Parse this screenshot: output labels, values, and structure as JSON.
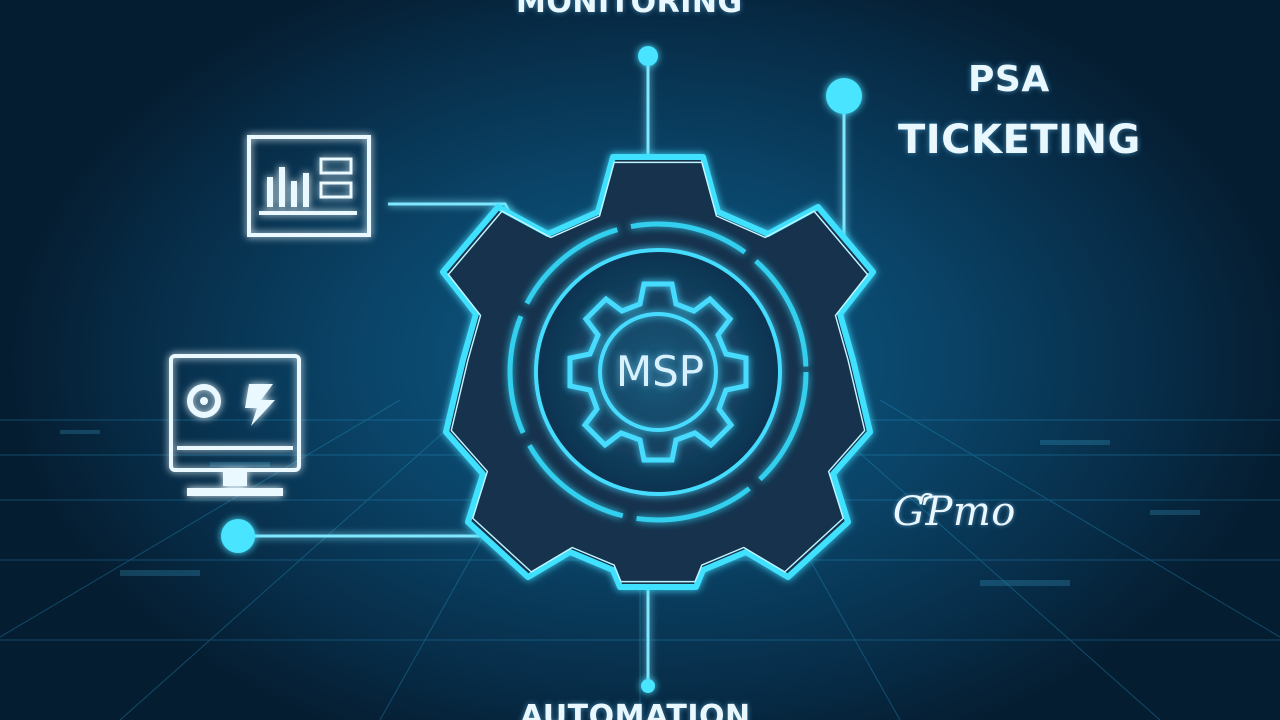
{
  "hub": {
    "center_label": "MSP"
  },
  "nodes": {
    "monitoring": "MONITORING",
    "psa": "PSA",
    "ticketing": "TICKETING",
    "automation": "AUTOMATION",
    "scribble": "ƓƤmo"
  },
  "icons": {
    "chart_panel": "bar-chart-dashboard-icon",
    "monitor": "monitor-power-icon"
  },
  "colors": {
    "background": "#0a4468",
    "glow": "#3fe0ff",
    "gear_fill": "#12324d",
    "line": "#7fe8ff",
    "text": "#e9f7ff"
  }
}
